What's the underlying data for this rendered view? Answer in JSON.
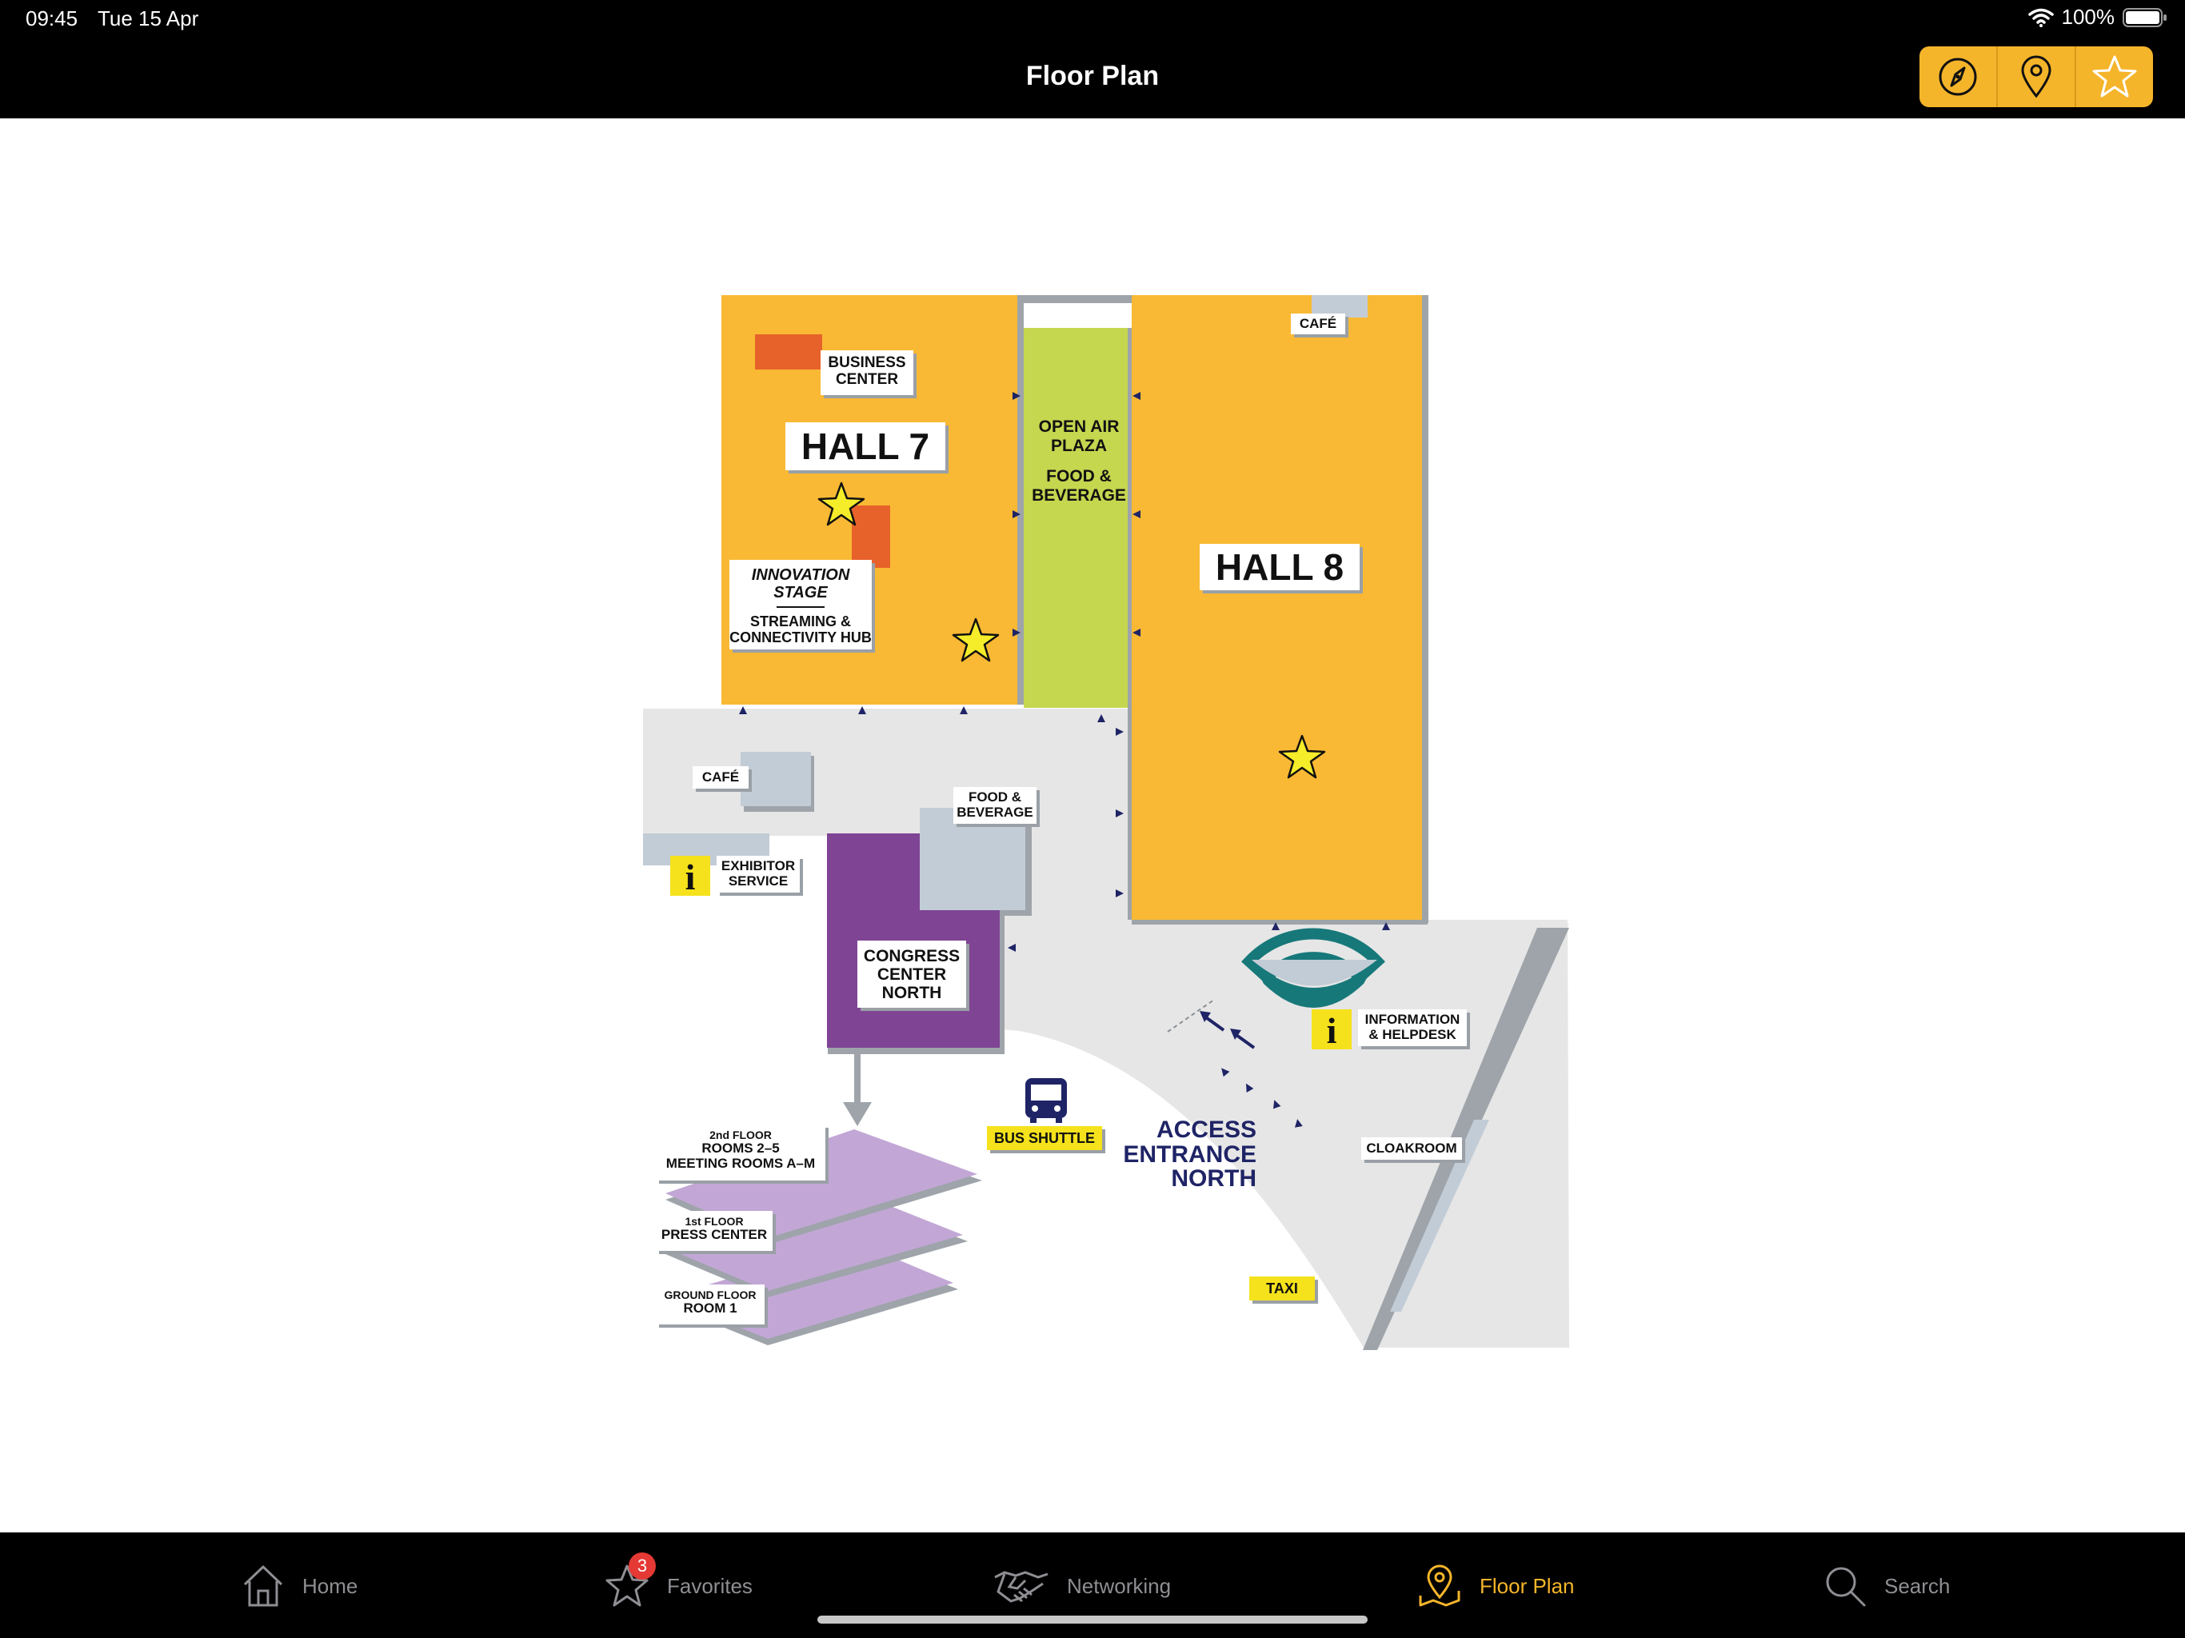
{
  "status": {
    "time": "09:45",
    "date": "Tue 15 Apr",
    "battery": "100%"
  },
  "nav": {
    "title": "Floor Plan",
    "buttons": [
      {
        "icon": "compass-icon"
      },
      {
        "icon": "location-pin-icon"
      },
      {
        "icon": "star-icon"
      }
    ]
  },
  "map": {
    "hall7": "HALL 7",
    "hall8": "HALL 8",
    "business_center": [
      "BUSINESS",
      "CENTER"
    ],
    "open_air_plaza": [
      "OPEN AIR",
      "PLAZA"
    ],
    "plaza_food": [
      "FOOD &",
      "BEVERAGE"
    ],
    "cafe_top": "CAFÉ",
    "innovation_stage": [
      "INNOVATION",
      "STAGE"
    ],
    "streaming_hub": [
      "STREAMING &",
      "CONNECTIVITY HUB"
    ],
    "cafe_left": "CAFÉ",
    "food_beverage": [
      "FOOD &",
      "BEVERAGE"
    ],
    "exhibitor_service": [
      "EXHIBITOR",
      "SERVICE"
    ],
    "congress_center": [
      "CONGRESS",
      "CENTER",
      "NORTH"
    ],
    "info_helpdesk": [
      "INFORMATION",
      "& HELPDESK"
    ],
    "bus_shuttle": "BUS SHUTTLE",
    "access_entrance": [
      "ACCESS",
      "ENTRANCE",
      "NORTH"
    ],
    "cloakroom": "CLOAKROOM",
    "taxi": "TAXI",
    "floor2": [
      "2nd FLOOR",
      "ROOMS 2–5",
      "MEETING ROOMS A–M"
    ],
    "floor1": [
      "1st FLOOR",
      "PRESS CENTER"
    ],
    "floor0": [
      "GROUND FLOOR",
      "ROOM 1"
    ],
    "info_glyph": "i",
    "colors": {
      "hall": "#f9b934",
      "plaza": "#c5d64f",
      "congress": "#7f4494",
      "concourse": "#e6e6e6",
      "room_gray": "#c2ccd6",
      "floor_layers": "#c2a7d6",
      "orange_box": "#e7622a",
      "accent": "#f5b52a",
      "navy": "#1f2466",
      "teal": "#17787a"
    }
  },
  "tabs": [
    {
      "label": "Home",
      "icon": "home-icon",
      "active": false
    },
    {
      "label": "Favorites",
      "icon": "star-icon",
      "active": false,
      "badge": "3"
    },
    {
      "label": "Networking",
      "icon": "handshake-icon",
      "active": false
    },
    {
      "label": "Floor Plan",
      "icon": "map-pin-icon",
      "active": true
    },
    {
      "label": "Search",
      "icon": "search-icon",
      "active": false
    }
  ]
}
